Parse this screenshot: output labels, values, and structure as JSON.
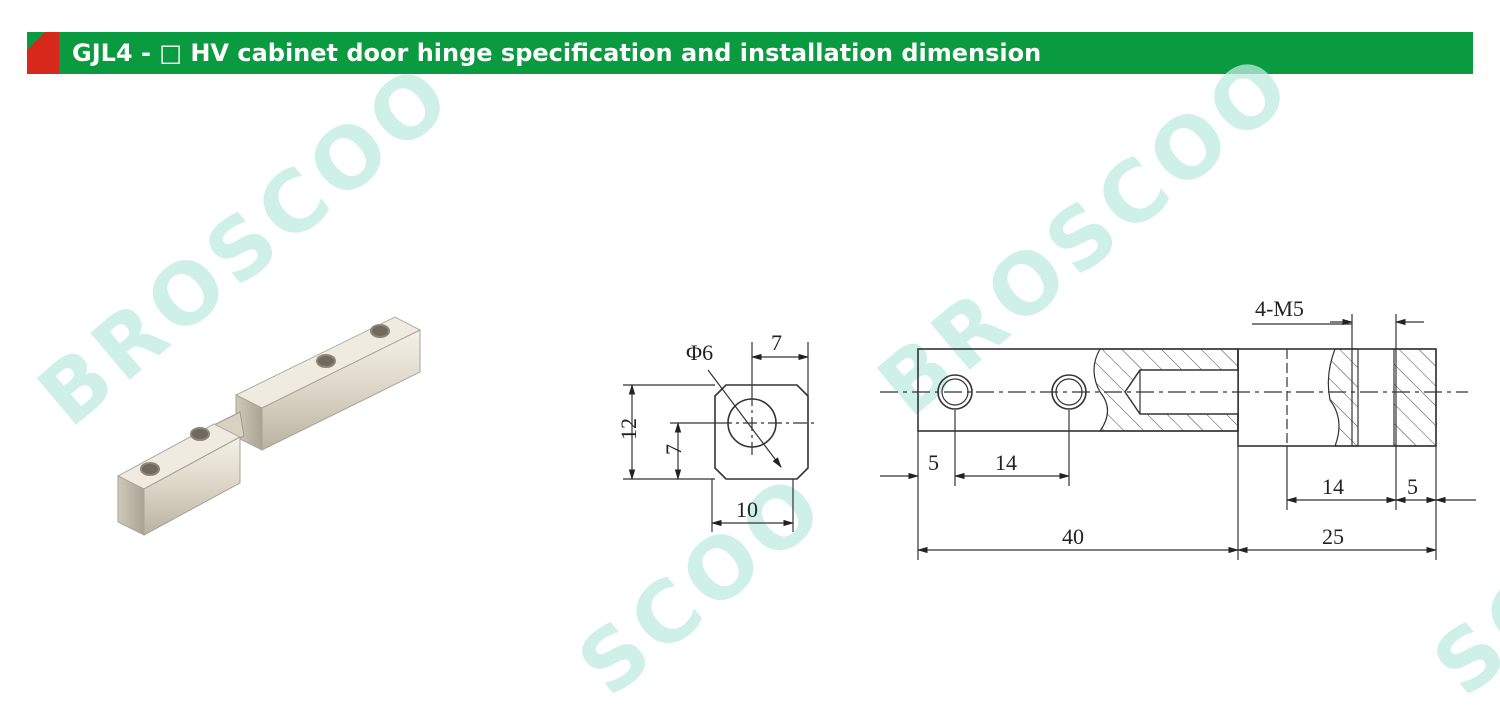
{
  "header": {
    "title": "GJL4 - □ HV cabinet door hinge specification and installation dimension"
  },
  "watermark": {
    "text": "BROSCOO",
    "partial_text": "SCOO"
  },
  "colors": {
    "header_green": "#0a9a3f",
    "header_red": "#d8281c",
    "watermark": "#bfece0",
    "line": "#333333"
  },
  "end_view": {
    "diameter_label": "Φ6",
    "dims": {
      "top_width": "7",
      "total_height": "12",
      "hole_center_height": "7",
      "bottom_width": "10"
    }
  },
  "side_view": {
    "thread_label": "4-M5",
    "dims": {
      "edge_to_first_hole": "5",
      "hole_spacing_left": "14",
      "left_length": "40",
      "hole_spacing_right": "14",
      "right_edge": "5",
      "right_length": "25"
    }
  }
}
